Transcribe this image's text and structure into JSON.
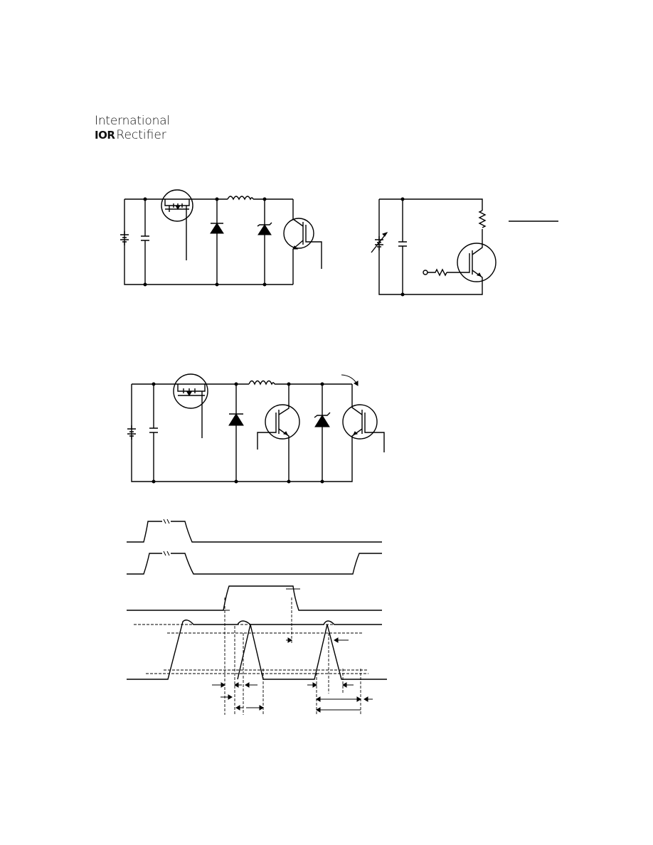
{
  "logo": {
    "line1": "International",
    "mark": "IOR",
    "line2": "Rectifier"
  }
}
